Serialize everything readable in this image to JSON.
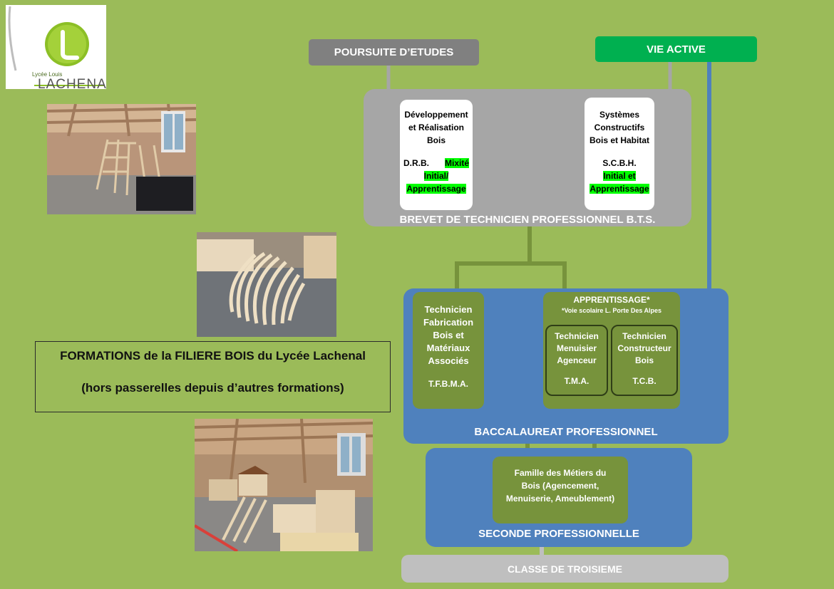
{
  "logo": {
    "school_small": "Lycée Louis",
    "school_name": "LACHENAL"
  },
  "title": {
    "line1": "FORMATIONS de la FILIERE BOIS du Lycée Lachenal",
    "line2": "(hors passerelles depuis d’autres formations)"
  },
  "top": {
    "poursuite": "POURSUITE D’ETUDES",
    "vie_active": "VIE ACTIVE"
  },
  "bts": {
    "label": "BREVET DE TECHNICIEN PROFESSIONNEL B.T.S.",
    "drb": {
      "l1": "Développement",
      "l2": "et Réalisation",
      "l3": "Bois",
      "abbr": "D.R.B.",
      "h1": "Mixité",
      "h2": "Initial/",
      "h3": "Apprentissage"
    },
    "scbh": {
      "l1": "Systèmes",
      "l2": "Constructifs",
      "l3": "Bois et Habitat",
      "abbr": "S.C.B.H.",
      "h1": "Initial et",
      "h2": "Apprentissage"
    }
  },
  "bac": {
    "label": "BACCALAUREAT PROFESSIONNEL",
    "tfbma": {
      "l1": "Technicien",
      "l2": "Fabrication",
      "l3": "Bois et",
      "l4": "Matériaux",
      "l5": "Associés",
      "abbr": "T.F.B.M.A."
    },
    "apprentissage": {
      "title": "APPRENTISSAGE*",
      "note": "*Voie scolaire L. Porte Des Alpes",
      "tma": {
        "l1": "Technicien",
        "l2": "Menuisier",
        "l3": "Agenceur",
        "abbr": "T.M.A."
      },
      "tcb": {
        "l1": "Technicien",
        "l2": "Constructeur",
        "l3": "Bois",
        "abbr": "T.C.B."
      }
    }
  },
  "seconde": {
    "label": "SECONDE PROFESSIONNELLE",
    "famille": {
      "l1": "Famille des Métiers du",
      "l2": "Bois (Agencement,",
      "l3": "Menuiserie, Ameublement)"
    }
  },
  "troisieme": {
    "label": "CLASSE DE TROISIEME"
  },
  "colors": {
    "background": "#9bbb59",
    "grey_box": "#a6a6a6",
    "grey_pill": "#808080",
    "green_pill": "#00b050",
    "blue_box": "#4f81bd",
    "olive_card": "#77933c",
    "highlight": "#00ff00",
    "light_grey": "#bfbfbf"
  }
}
